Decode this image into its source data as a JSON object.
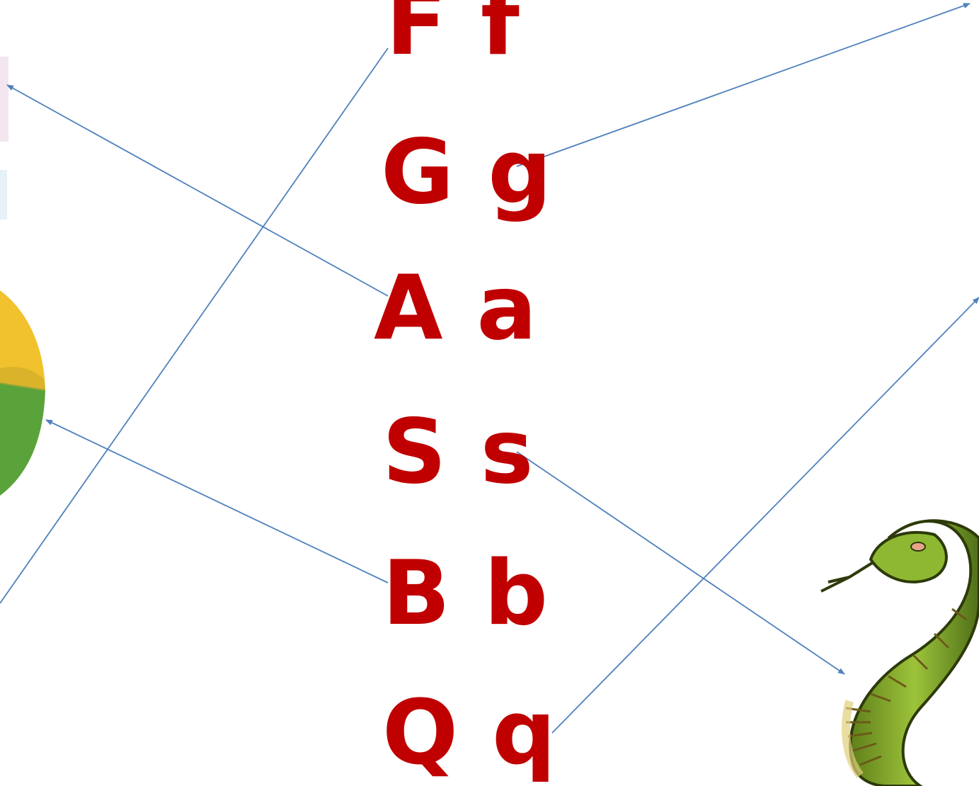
{
  "letters": [
    {
      "id": "f",
      "text": "F f"
    },
    {
      "id": "g",
      "text": "G g"
    },
    {
      "id": "a",
      "text": "A a"
    },
    {
      "id": "s",
      "text": "S s"
    },
    {
      "id": "b",
      "text": "B b"
    },
    {
      "id": "q",
      "text": "Q q"
    }
  ],
  "colors": {
    "letter": "#c00000",
    "arrow": "#4f81bd"
  },
  "pictures": [
    "ball-picture",
    "snake-picture"
  ]
}
